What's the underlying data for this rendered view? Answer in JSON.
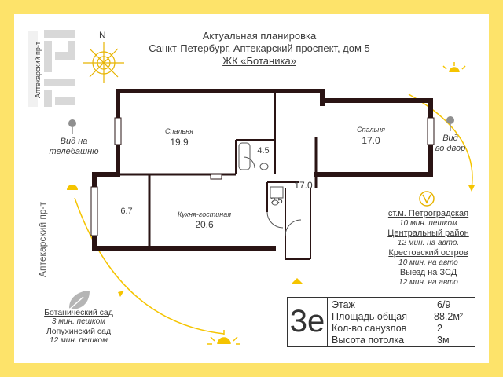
{
  "header": {
    "title": "Актуальная планировка",
    "address": "Санкт-Петербург, Аптекарский проспект, дом 5",
    "complex": "ЖК «Ботаника»"
  },
  "compass": {
    "north": "N"
  },
  "streets": {
    "top_left": "Аптекарский пр-т",
    "left": "Аптекарский пр-т"
  },
  "views": {
    "left": "Вид на\nтелебашню",
    "right": "Вид\nво двор"
  },
  "rooms": [
    {
      "name": "Спальня",
      "area": "19.9"
    },
    {
      "name": "Спальня",
      "area": "17.0"
    },
    {
      "name": "",
      "area": "4.5"
    },
    {
      "name": "",
      "area": "17.0"
    },
    {
      "name": "",
      "area": "2.5"
    },
    {
      "name": "",
      "area": "6.7"
    },
    {
      "name": "Кухня-гостиная",
      "area": "20.6"
    }
  ],
  "transport": [
    {
      "text": "ст.м. Петроградская",
      "style": "link"
    },
    {
      "text": "10 мин. пешком",
      "style": "note"
    },
    {
      "text": "Центральный район",
      "style": "link"
    },
    {
      "text": "12 мин. на авто.",
      "style": "note"
    },
    {
      "text": "Крестовский остров",
      "style": "link"
    },
    {
      "text": "10 мин. на авто",
      "style": "note"
    },
    {
      "text": "Выезд на ЗСД",
      "style": "link"
    },
    {
      "text": "12 мин. на авто",
      "style": "note"
    }
  ],
  "parks": [
    {
      "text": "Ботанический сад",
      "style": "link"
    },
    {
      "text": "3 мин. пешком",
      "style": "note"
    },
    {
      "text": "Лопухинский сад",
      "style": "link"
    },
    {
      "text": "12 мин. пешком",
      "style": "note"
    }
  ],
  "params": {
    "code": "3е",
    "rows": [
      {
        "label": "Этаж",
        "value": "6/9"
      },
      {
        "label": "Площадь общая",
        "value": "88.2м²"
      },
      {
        "label": "Кол-во санузлов",
        "value": "2"
      },
      {
        "label": "Высота потолка",
        "value": "3м"
      }
    ]
  },
  "colors": {
    "frame": "#fde36a",
    "wall": "#2a1414",
    "accent": "#f5c400",
    "text": "#3a3a3a"
  }
}
